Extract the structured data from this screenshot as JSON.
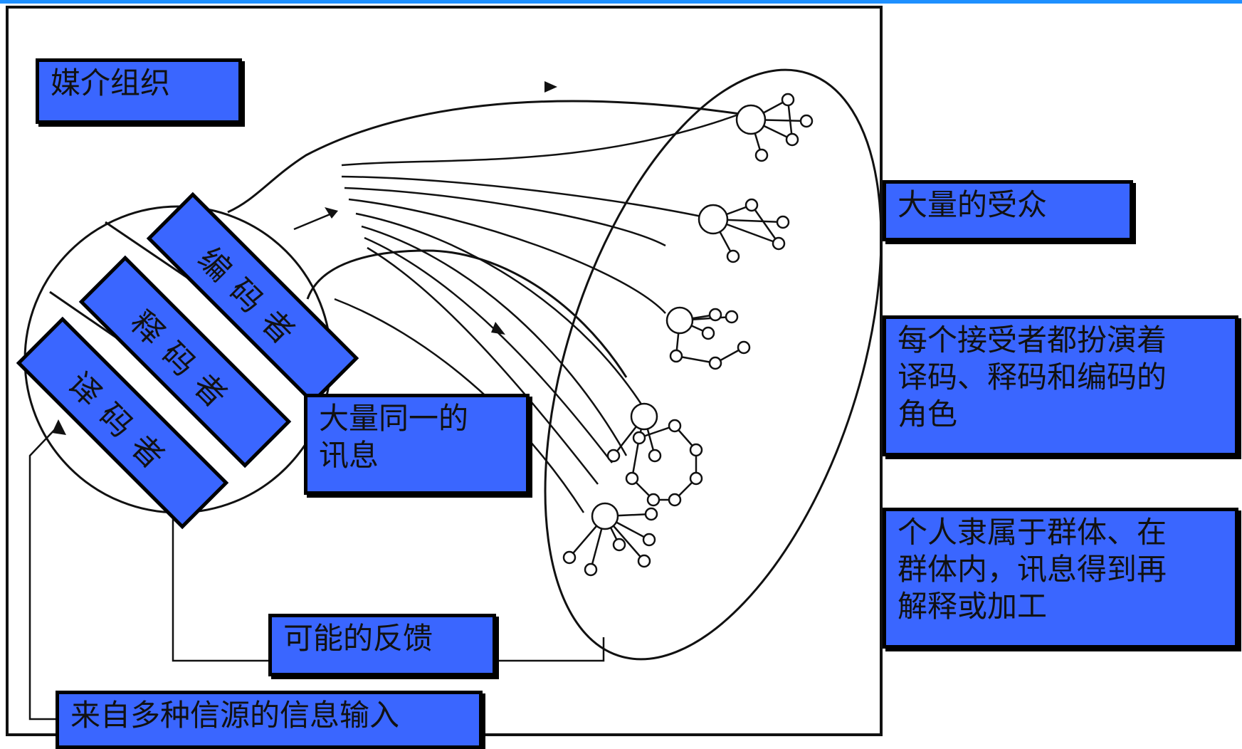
{
  "labels": {
    "media_org": "媒介组织",
    "encoder": "编码者",
    "interpreter": "释码者",
    "decoder": "译码者",
    "mass_audience": "大量的受众",
    "receiver_roles": "每个接受者都扮演着\n译码、释码和编码的\n角色",
    "group_reprocess": "个人隶属于群体、在\n群体内，讯息得到再\n解释或加工",
    "identical_messages": "大量同一的\n讯息",
    "feedback": "可能的反馈",
    "input_sources": "来自多种信源的信息输入"
  },
  "colors": {
    "label_fill": "#3a66ff",
    "label_border": "#000000",
    "top_rule": "#1e90ff"
  }
}
